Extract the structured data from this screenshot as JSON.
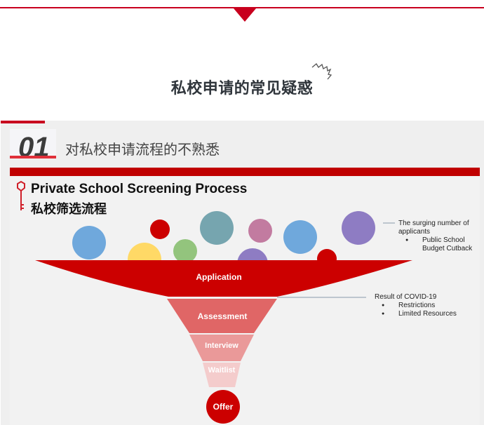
{
  "header": {
    "title": "私校申请的常见疑惑"
  },
  "section": {
    "number": "01",
    "heading": "对私校申请流程的不熟悉"
  },
  "slide": {
    "title": "Private School Screening Process",
    "subtitle": "私校筛选流程",
    "stages": [
      "Application",
      "Assessment",
      "Interview",
      "Waitlist",
      "Offer"
    ],
    "notes": [
      {
        "title": "The surging number of applicants",
        "bullets": [
          "Public School Budget Cutback"
        ]
      },
      {
        "title": "Result of COVID-19",
        "bullets": [
          "Restrictions",
          "Limited Resources"
        ]
      }
    ]
  },
  "colors": {
    "accent": "#c8001e",
    "funnel_top": "#cc0000",
    "assessment": "#e06666",
    "interview": "#ea9999",
    "waitlist": "#f4cccc"
  }
}
